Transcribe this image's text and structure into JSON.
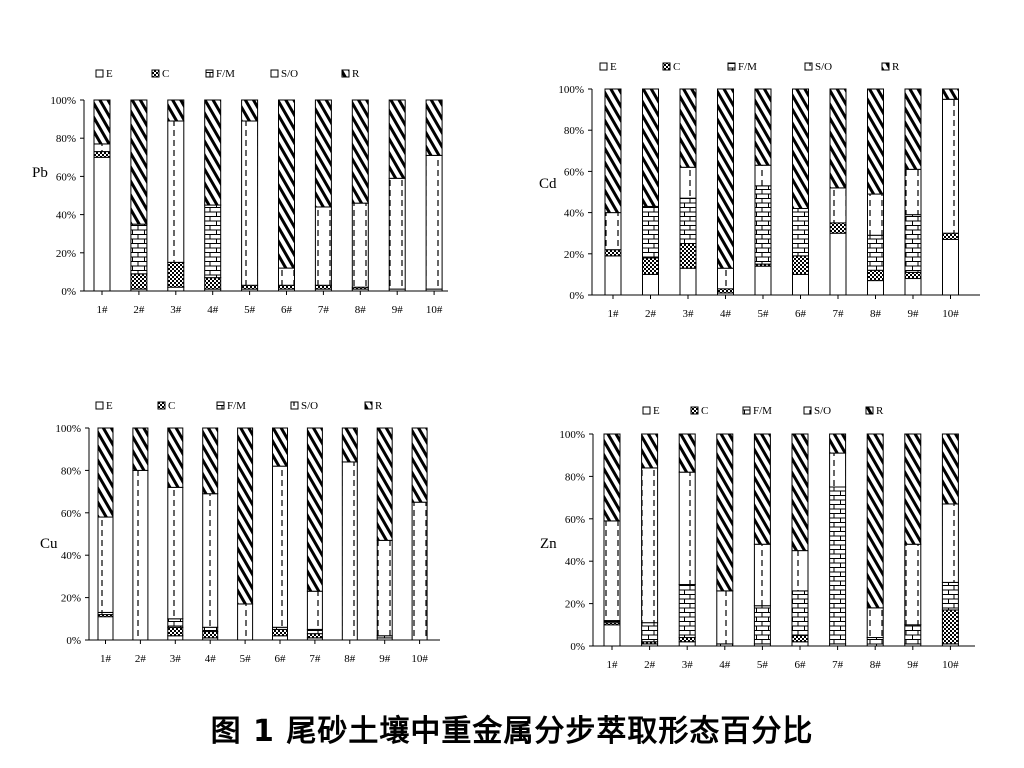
{
  "caption": "图 1  尾砂土壤中重金属分步萃取形态百分比",
  "chart_data": [
    {
      "type": "stacked-bar",
      "ylabel": "Pb",
      "legend": [
        "E",
        "C",
        "F/M",
        "S/O",
        "R"
      ],
      "categories": [
        "1#",
        "2#",
        "3#",
        "4#",
        "5#",
        "6#",
        "7#",
        "8#",
        "9#",
        "10#"
      ],
      "y_ticks": [
        "0%",
        "20%",
        "40%",
        "60%",
        "80%",
        "100%"
      ],
      "ylim": [
        0,
        100
      ],
      "series": [
        {
          "values": [
            70,
            1,
            2,
            1,
            1,
            1,
            1,
            1,
            1,
            1
          ]
        },
        {
          "values": [
            3,
            8,
            13,
            6,
            2,
            2,
            2,
            1,
            0,
            0
          ]
        },
        {
          "values": [
            0,
            26,
            0,
            38,
            0,
            0,
            0,
            0,
            0,
            0
          ]
        },
        {
          "values": [
            4,
            0,
            74,
            0,
            86,
            9,
            41,
            44,
            58,
            70
          ]
        },
        {
          "values": [
            23,
            65,
            11,
            55,
            11,
            88,
            56,
            54,
            41,
            29
          ]
        }
      ]
    },
    {
      "type": "stacked-bar",
      "ylabel": "Cd",
      "legend": [
        "E",
        "C",
        "F/M",
        "S/O",
        "R"
      ],
      "categories": [
        "1#",
        "2#",
        "3#",
        "4#",
        "5#",
        "6#",
        "7#",
        "8#",
        "9#",
        "10#"
      ],
      "y_ticks": [
        "0%",
        "20%",
        "40%",
        "60%",
        "80%",
        "100%"
      ],
      "ylim": [
        0,
        100
      ],
      "series": [
        {
          "values": [
            19,
            10,
            13,
            1,
            14,
            10,
            30,
            7,
            8,
            27
          ]
        },
        {
          "values": [
            3,
            8,
            12,
            2,
            1,
            9,
            5,
            5,
            3,
            3
          ]
        },
        {
          "values": [
            0,
            25,
            22,
            0,
            38,
            23,
            0,
            17,
            28,
            0
          ]
        },
        {
          "values": [
            18,
            0,
            15,
            10,
            10,
            0,
            17,
            20,
            22,
            65
          ]
        },
        {
          "values": [
            60,
            57,
            38,
            87,
            37,
            58,
            48,
            51,
            39,
            5
          ]
        }
      ]
    },
    {
      "type": "stacked-bar",
      "ylabel": "Cu",
      "legend": [
        "E",
        "C",
        "F/M",
        "S/O",
        "R"
      ],
      "categories": [
        "1#",
        "2#",
        "3#",
        "4#",
        "5#",
        "6#",
        "7#",
        "8#",
        "9#",
        "10#"
      ],
      "y_ticks": [
        "0%",
        "20%",
        "40%",
        "60%",
        "80%",
        "100%"
      ],
      "ylim": [
        0,
        100
      ],
      "series": [
        {
          "values": [
            11,
            0,
            2,
            1,
            0,
            2,
            1,
            0,
            1,
            0
          ]
        },
        {
          "values": [
            1,
            0,
            4,
            3,
            0,
            3,
            2,
            0,
            0,
            0
          ]
        },
        {
          "values": [
            1,
            0,
            4,
            2,
            0,
            1,
            2,
            0,
            1,
            0
          ]
        },
        {
          "values": [
            45,
            80,
            62,
            63,
            17,
            76,
            18,
            84,
            45,
            65
          ]
        },
        {
          "values": [
            42,
            20,
            28,
            31,
            83,
            18,
            77,
            16,
            53,
            35
          ]
        }
      ]
    },
    {
      "type": "stacked-bar",
      "ylabel": "Zn",
      "legend": [
        "E",
        "C",
        "F/M",
        "S/O",
        "R"
      ],
      "categories": [
        "1#",
        "2#",
        "3#",
        "4#",
        "5#",
        "6#",
        "7#",
        "8#",
        "9#",
        "10#"
      ],
      "y_ticks": [
        "0%",
        "20%",
        "40%",
        "60%",
        "80%",
        "100%"
      ],
      "ylim": [
        0,
        100
      ],
      "series": [
        {
          "values": [
            10,
            1,
            2,
            0,
            1,
            2,
            1,
            0,
            1,
            1
          ]
        },
        {
          "values": [
            1,
            1,
            2,
            0,
            0,
            3,
            0,
            0,
            0,
            16
          ]
        },
        {
          "values": [
            1,
            9,
            25,
            1,
            18,
            21,
            74,
            4,
            9,
            13
          ]
        },
        {
          "values": [
            47,
            73,
            53,
            25,
            29,
            19,
            16,
            14,
            38,
            37
          ]
        },
        {
          "values": [
            41,
            16,
            18,
            74,
            52,
            55,
            9,
            82,
            52,
            33
          ]
        }
      ]
    }
  ]
}
